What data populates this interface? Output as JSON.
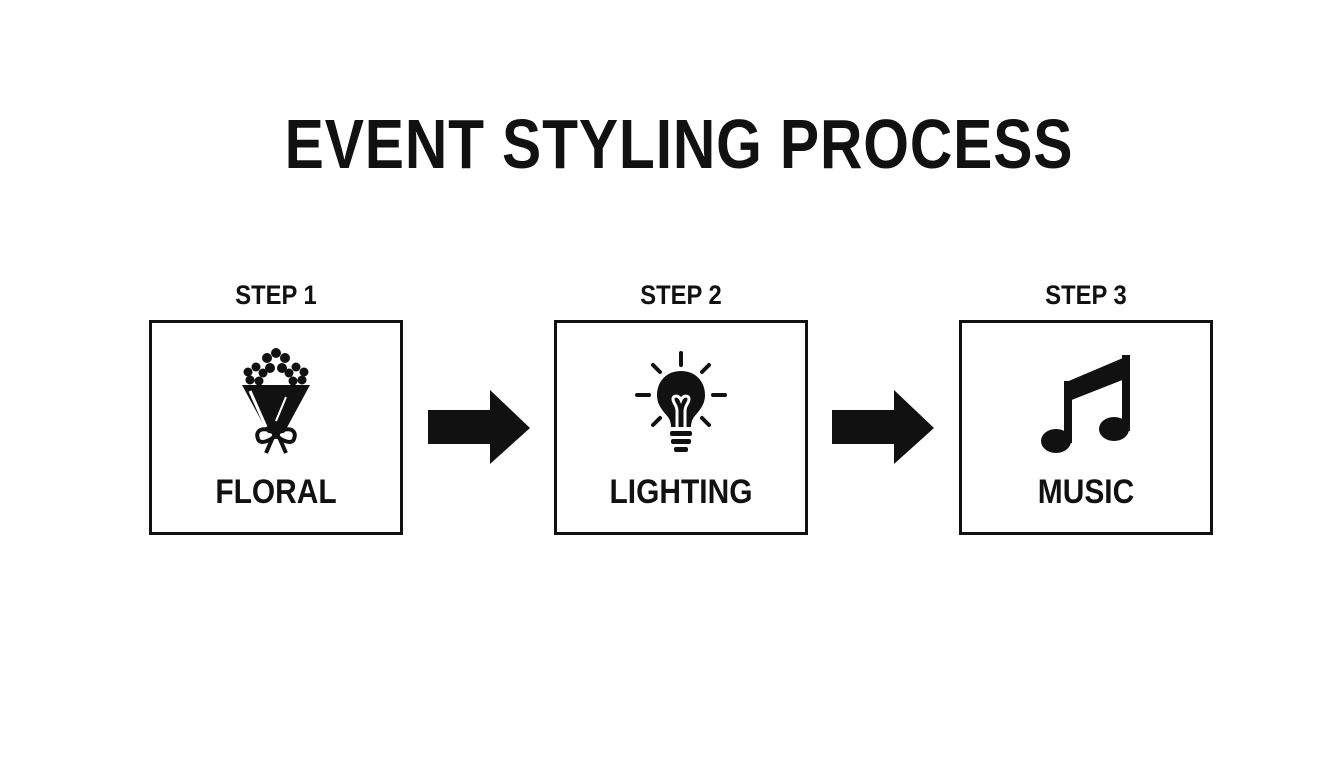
{
  "title": "EVENT STYLING PROCESS",
  "steps": [
    {
      "label": "STEP 1",
      "name": "FLORAL",
      "icon": "flower-bouquet-icon"
    },
    {
      "label": "STEP 2",
      "name": "LIGHTING",
      "icon": "light-bulb-icon"
    },
    {
      "label": "STEP 3",
      "name": "MUSIC",
      "icon": "music-note-icon"
    }
  ],
  "connectors": [
    "arrow-right-icon",
    "arrow-right-icon"
  ],
  "colors": {
    "ink": "#111111",
    "background": "#ffffff"
  }
}
